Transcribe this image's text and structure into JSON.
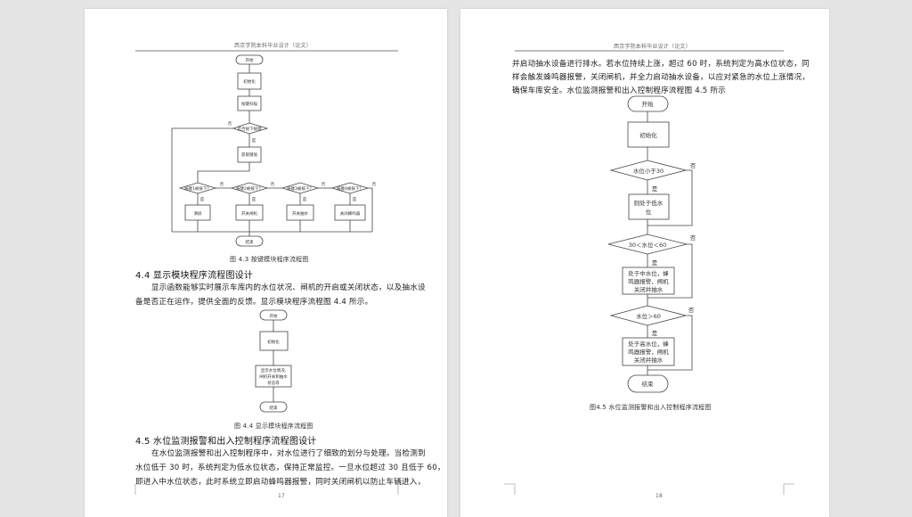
{
  "header": "西京学院本科毕业设计（论文）",
  "page17": {
    "fig43": {
      "start": "开始",
      "init": "初始化",
      "scan": "按键扫描",
      "pressed": "是否按下按键",
      "yes": "是",
      "no": "否",
      "getkey": "获取键值",
      "keys": [
        "按键1被按下？",
        "按键2被按下？",
        "按键3被按下？",
        "按键4被按下？"
      ],
      "actions": [
        "清屏",
        "开关闸机",
        "开关抽水",
        "关闭蜂鸣器"
      ],
      "end": "结束",
      "caption": "图 4.3  按键模块程序流程图"
    },
    "sec44": "4.4  显示模块程序流程图设计",
    "para44": [
      "显示函数能够实时展示车库内的水位状况、闸机的开启或关闭状态，以及抽水设",
      "备是否正在运作，提供全面的反馈。显示模块程序流程图 4.4 所示。"
    ],
    "fig44": {
      "start": "开始",
      "init": "初始化",
      "display": [
        "显示水位情况,",
        "闸机开关和抽水",
        "状态等"
      ],
      "end": "结束",
      "caption": "图 4.4  显示模块程序流程图"
    },
    "sec45": "4.5  水位监测报警和出入控制程序流程图设计",
    "para45": [
      "在水位监测报警和出入控制程序中，对水位进行了细致的划分与处理。当检测到",
      "水位低于 30 时，系统判定为低水位状态，保持正常监控。一旦水位超过 30 且低于 60，",
      "即进入中水位状态，此时系统立即启动蜂鸣器报警，同时关闭闸机以防止车辆进入，"
    ],
    "number": "17"
  },
  "page18": {
    "para": [
      "并启动抽水设备进行排水。若水位持续上涨，超过 60 时，系统判定为高水位状态，同",
      "样会触发蜂鸣器报警，关闭闸机，并全力启动抽水设备，以应对紧急的水位上涨情况，",
      "确保车库安全。水位监测报警和出入控制程序流程图 4.5 所示"
    ],
    "fig45": {
      "start": "开始",
      "init": "初始化",
      "d1": "水位小于30",
      "b1": [
        "则处于低水",
        "位"
      ],
      "d2": "30＜水位＜60",
      "b2": [
        "处于中水位，蜂",
        "鸣器报警，闸机",
        "关闭并抽水"
      ],
      "d3": "水位＞60",
      "b3": [
        "处于高水位，蜂",
        "鸣器报警，闸机",
        "关闭并抽水"
      ],
      "yes": "是",
      "no": "否",
      "end": "结束",
      "caption": "图4.5  水位监测报警和出入控制程序流程图"
    },
    "number": "18"
  }
}
